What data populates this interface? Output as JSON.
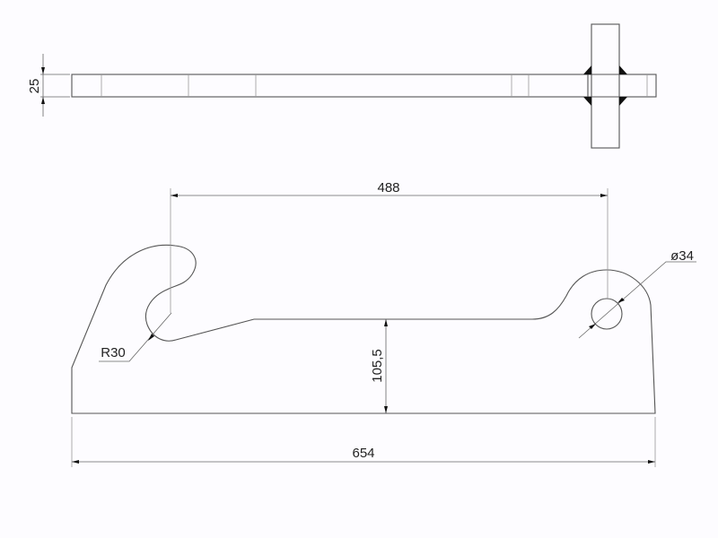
{
  "drawing": {
    "top_view": {
      "thickness_label": "25"
    },
    "front_view": {
      "hook_spacing_label": "488",
      "overall_length_label": "654",
      "height_label": "105,5",
      "hook_radius_label": "R30",
      "hole_diameter_label": "ø34"
    }
  }
}
